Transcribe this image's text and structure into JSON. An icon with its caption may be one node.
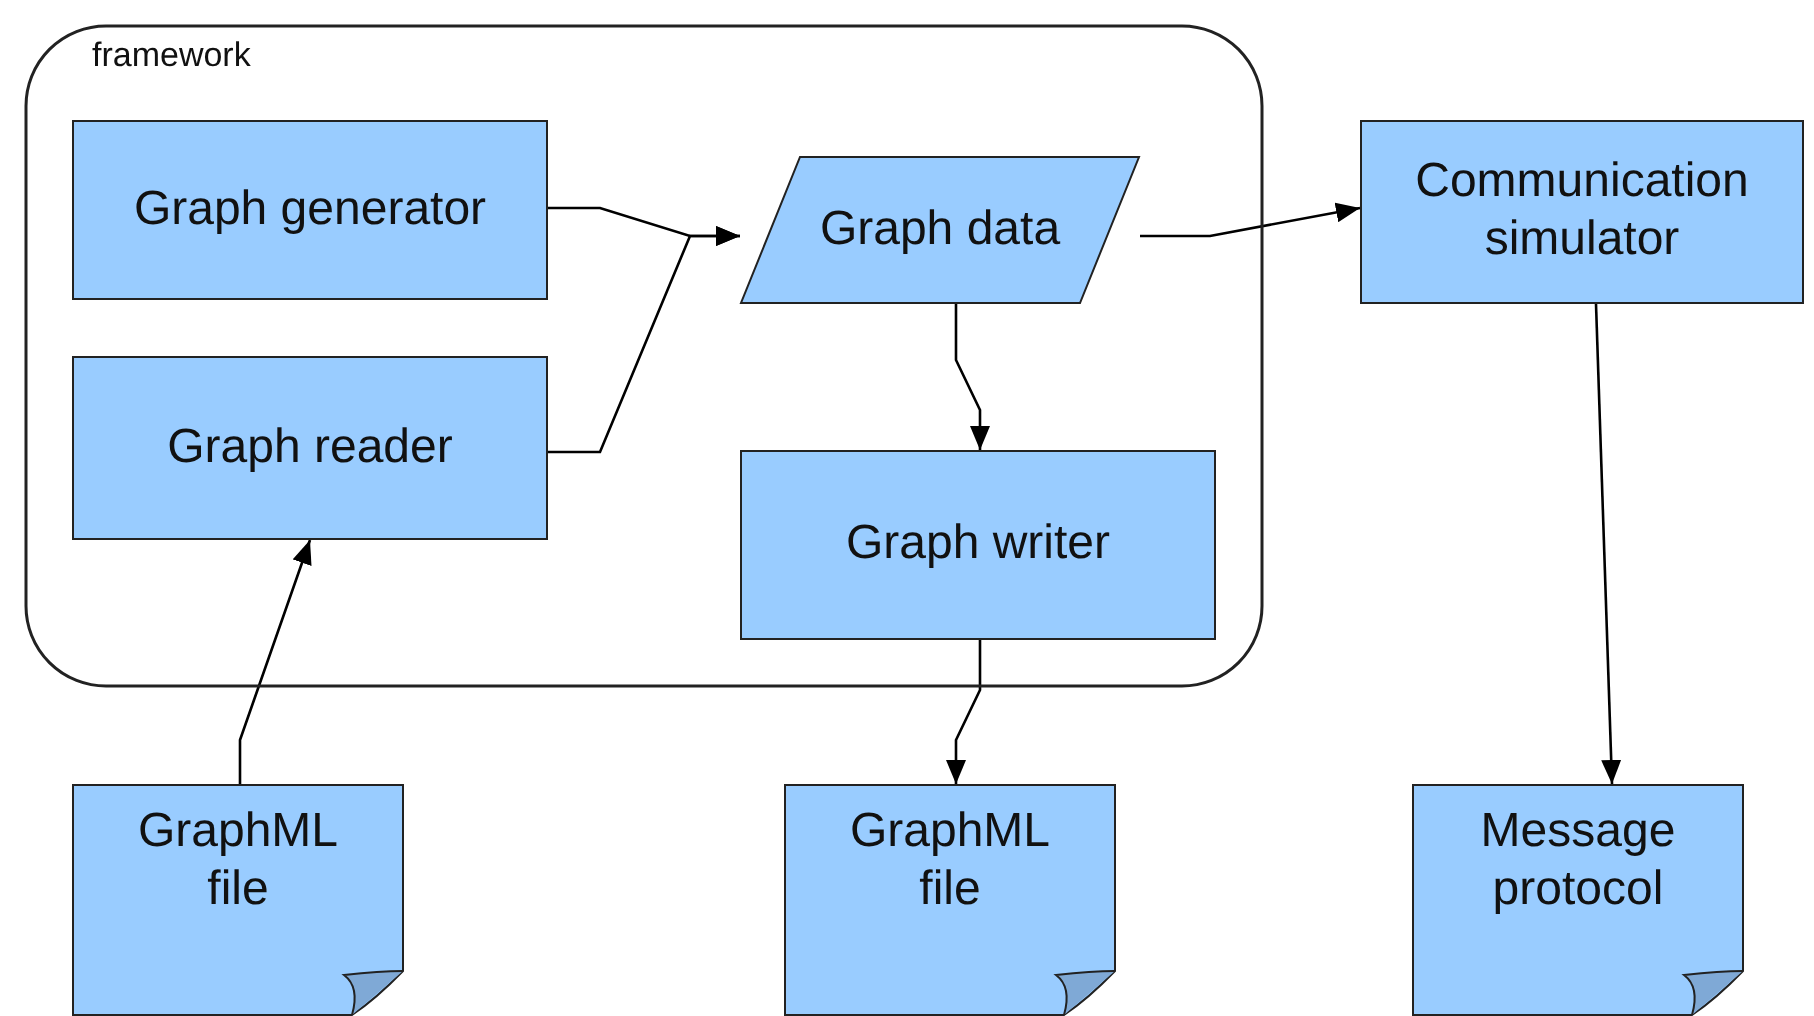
{
  "diagram": {
    "nodes": [
      {
        "text": [
          "framework"
        ]
      },
      {
        "text": [
          "Graph generator"
        ],
        "in": 0
      },
      {
        "text": [
          "Graph reader"
        ],
        "in": 0
      },
      {
        "text": [
          "Graph data"
        ],
        "in": 0
      },
      {
        "text": [
          "Graph writer"
        ],
        "in": 0
      },
      {
        "text": [
          "Communication simulator"
        ]
      },
      {
        "text": [
          "GraphML file"
        ]
      },
      {
        "text": [
          "GraphML file"
        ]
      },
      {
        "text": [
          "Message protocol"
        ]
      }
    ],
    "edges": [
      {
        "from": 1,
        "to": 3,
        "arrow": "to"
      },
      {
        "from": 2,
        "to": 3,
        "arrow": "to"
      },
      {
        "from": 3,
        "to": 5,
        "arrow": "to"
      },
      {
        "from": 3,
        "to": 4,
        "arrow": "to"
      },
      {
        "from": 6,
        "to": 2,
        "arrow": "to"
      },
      {
        "from": 4,
        "to": 7,
        "arrow": "to"
      },
      {
        "from": 5,
        "to": 8,
        "arrow": "to"
      }
    ]
  }
}
